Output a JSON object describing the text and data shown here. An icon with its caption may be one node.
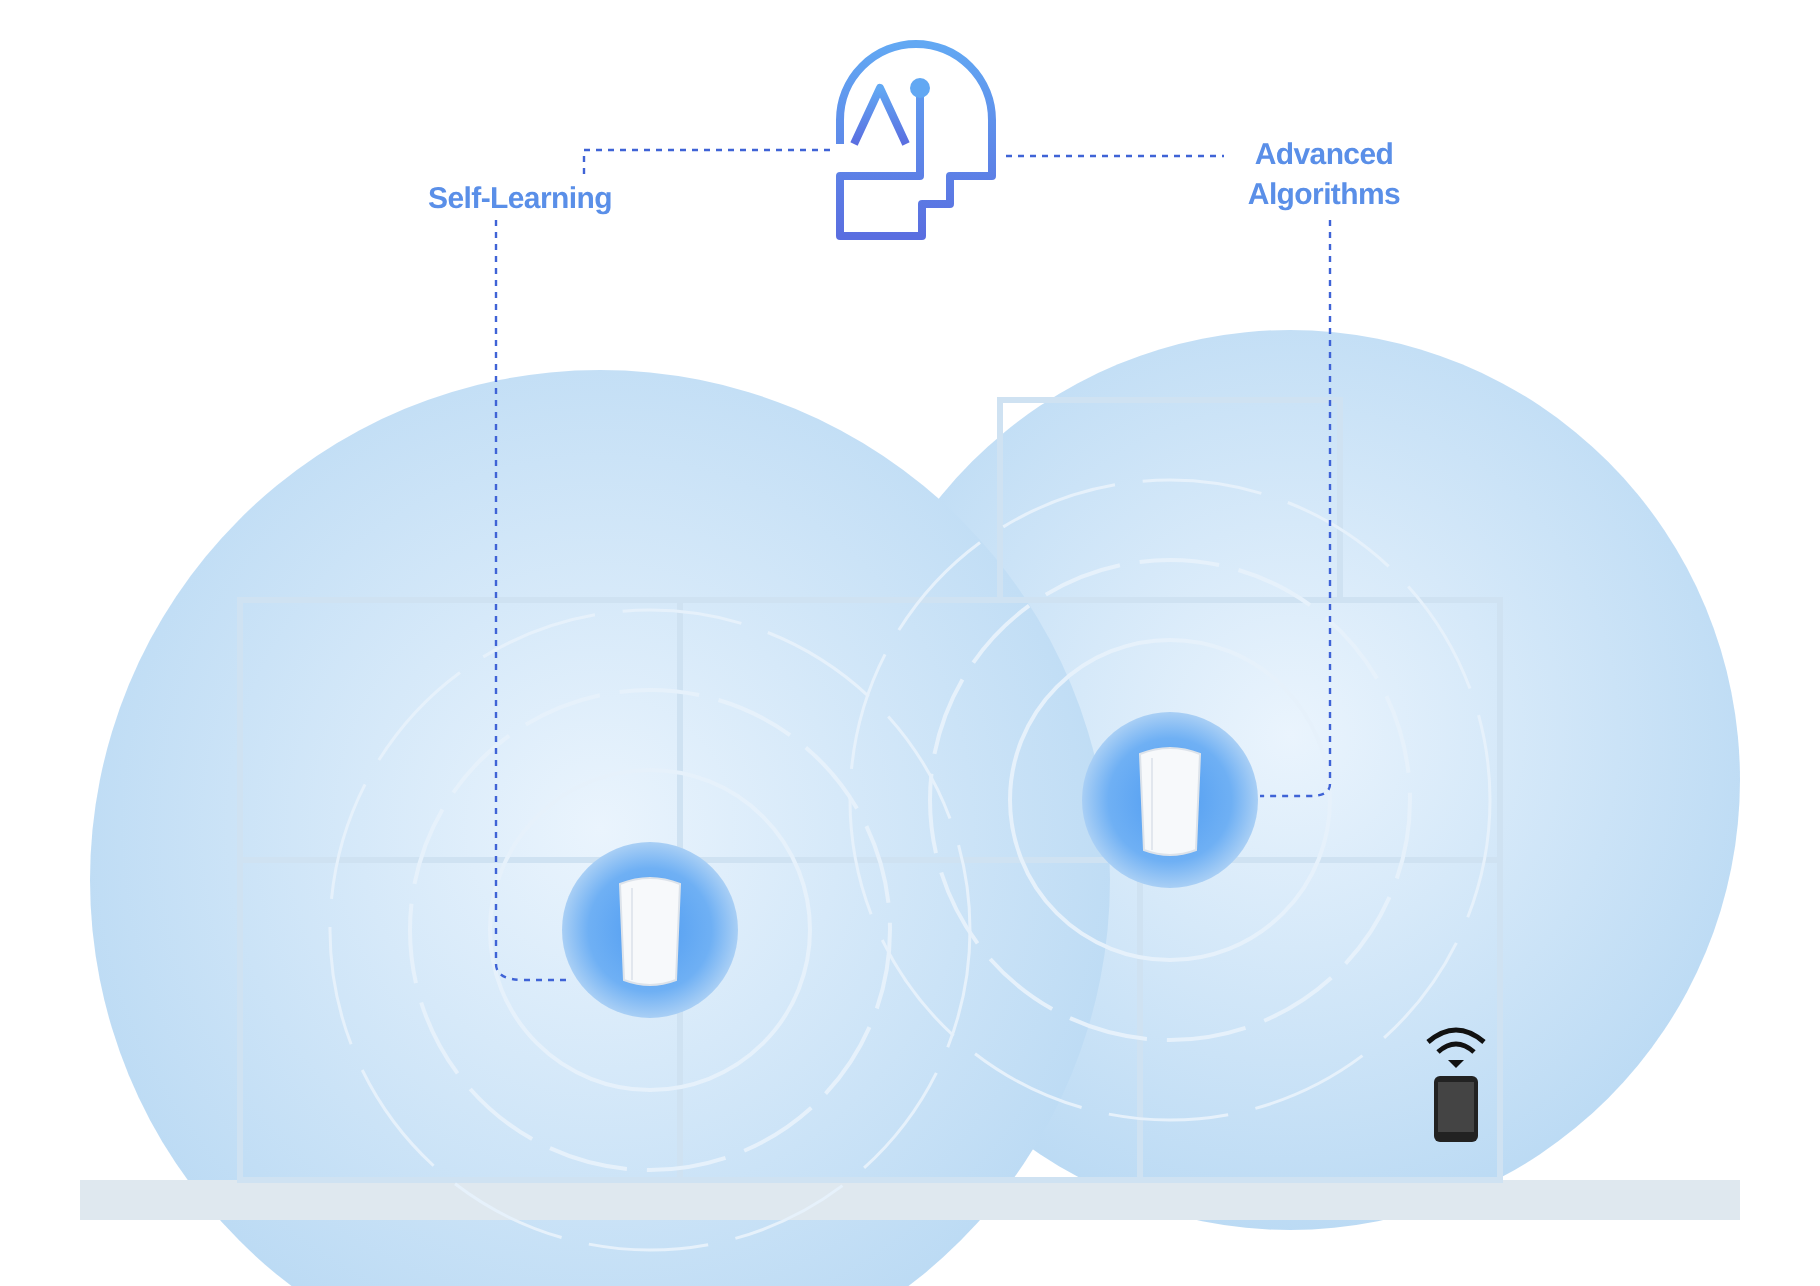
{
  "diagram": {
    "nodes": [
      {
        "text": [],
        "shape": "picture"
      },
      {
        "text": [
          "Self-Learning"
        ]
      },
      {
        "text": [
          "Advanced Algorithms"
        ]
      },
      {
        "text": [],
        "shape": "picture"
      },
      {
        "text": [],
        "shape": "picture"
      }
    ],
    "edges": [
      {
        "from": 0,
        "to": 1,
        "arrow": "none",
        "style": "dashed"
      },
      {
        "from": 0,
        "to": 2,
        "arrow": "none",
        "style": "dashed"
      },
      {
        "from": 1,
        "to": 3,
        "arrow": "none",
        "style": "dashed"
      },
      {
        "from": 2,
        "to": 4,
        "arrow": "none",
        "style": "dashed"
      }
    ]
  }
}
